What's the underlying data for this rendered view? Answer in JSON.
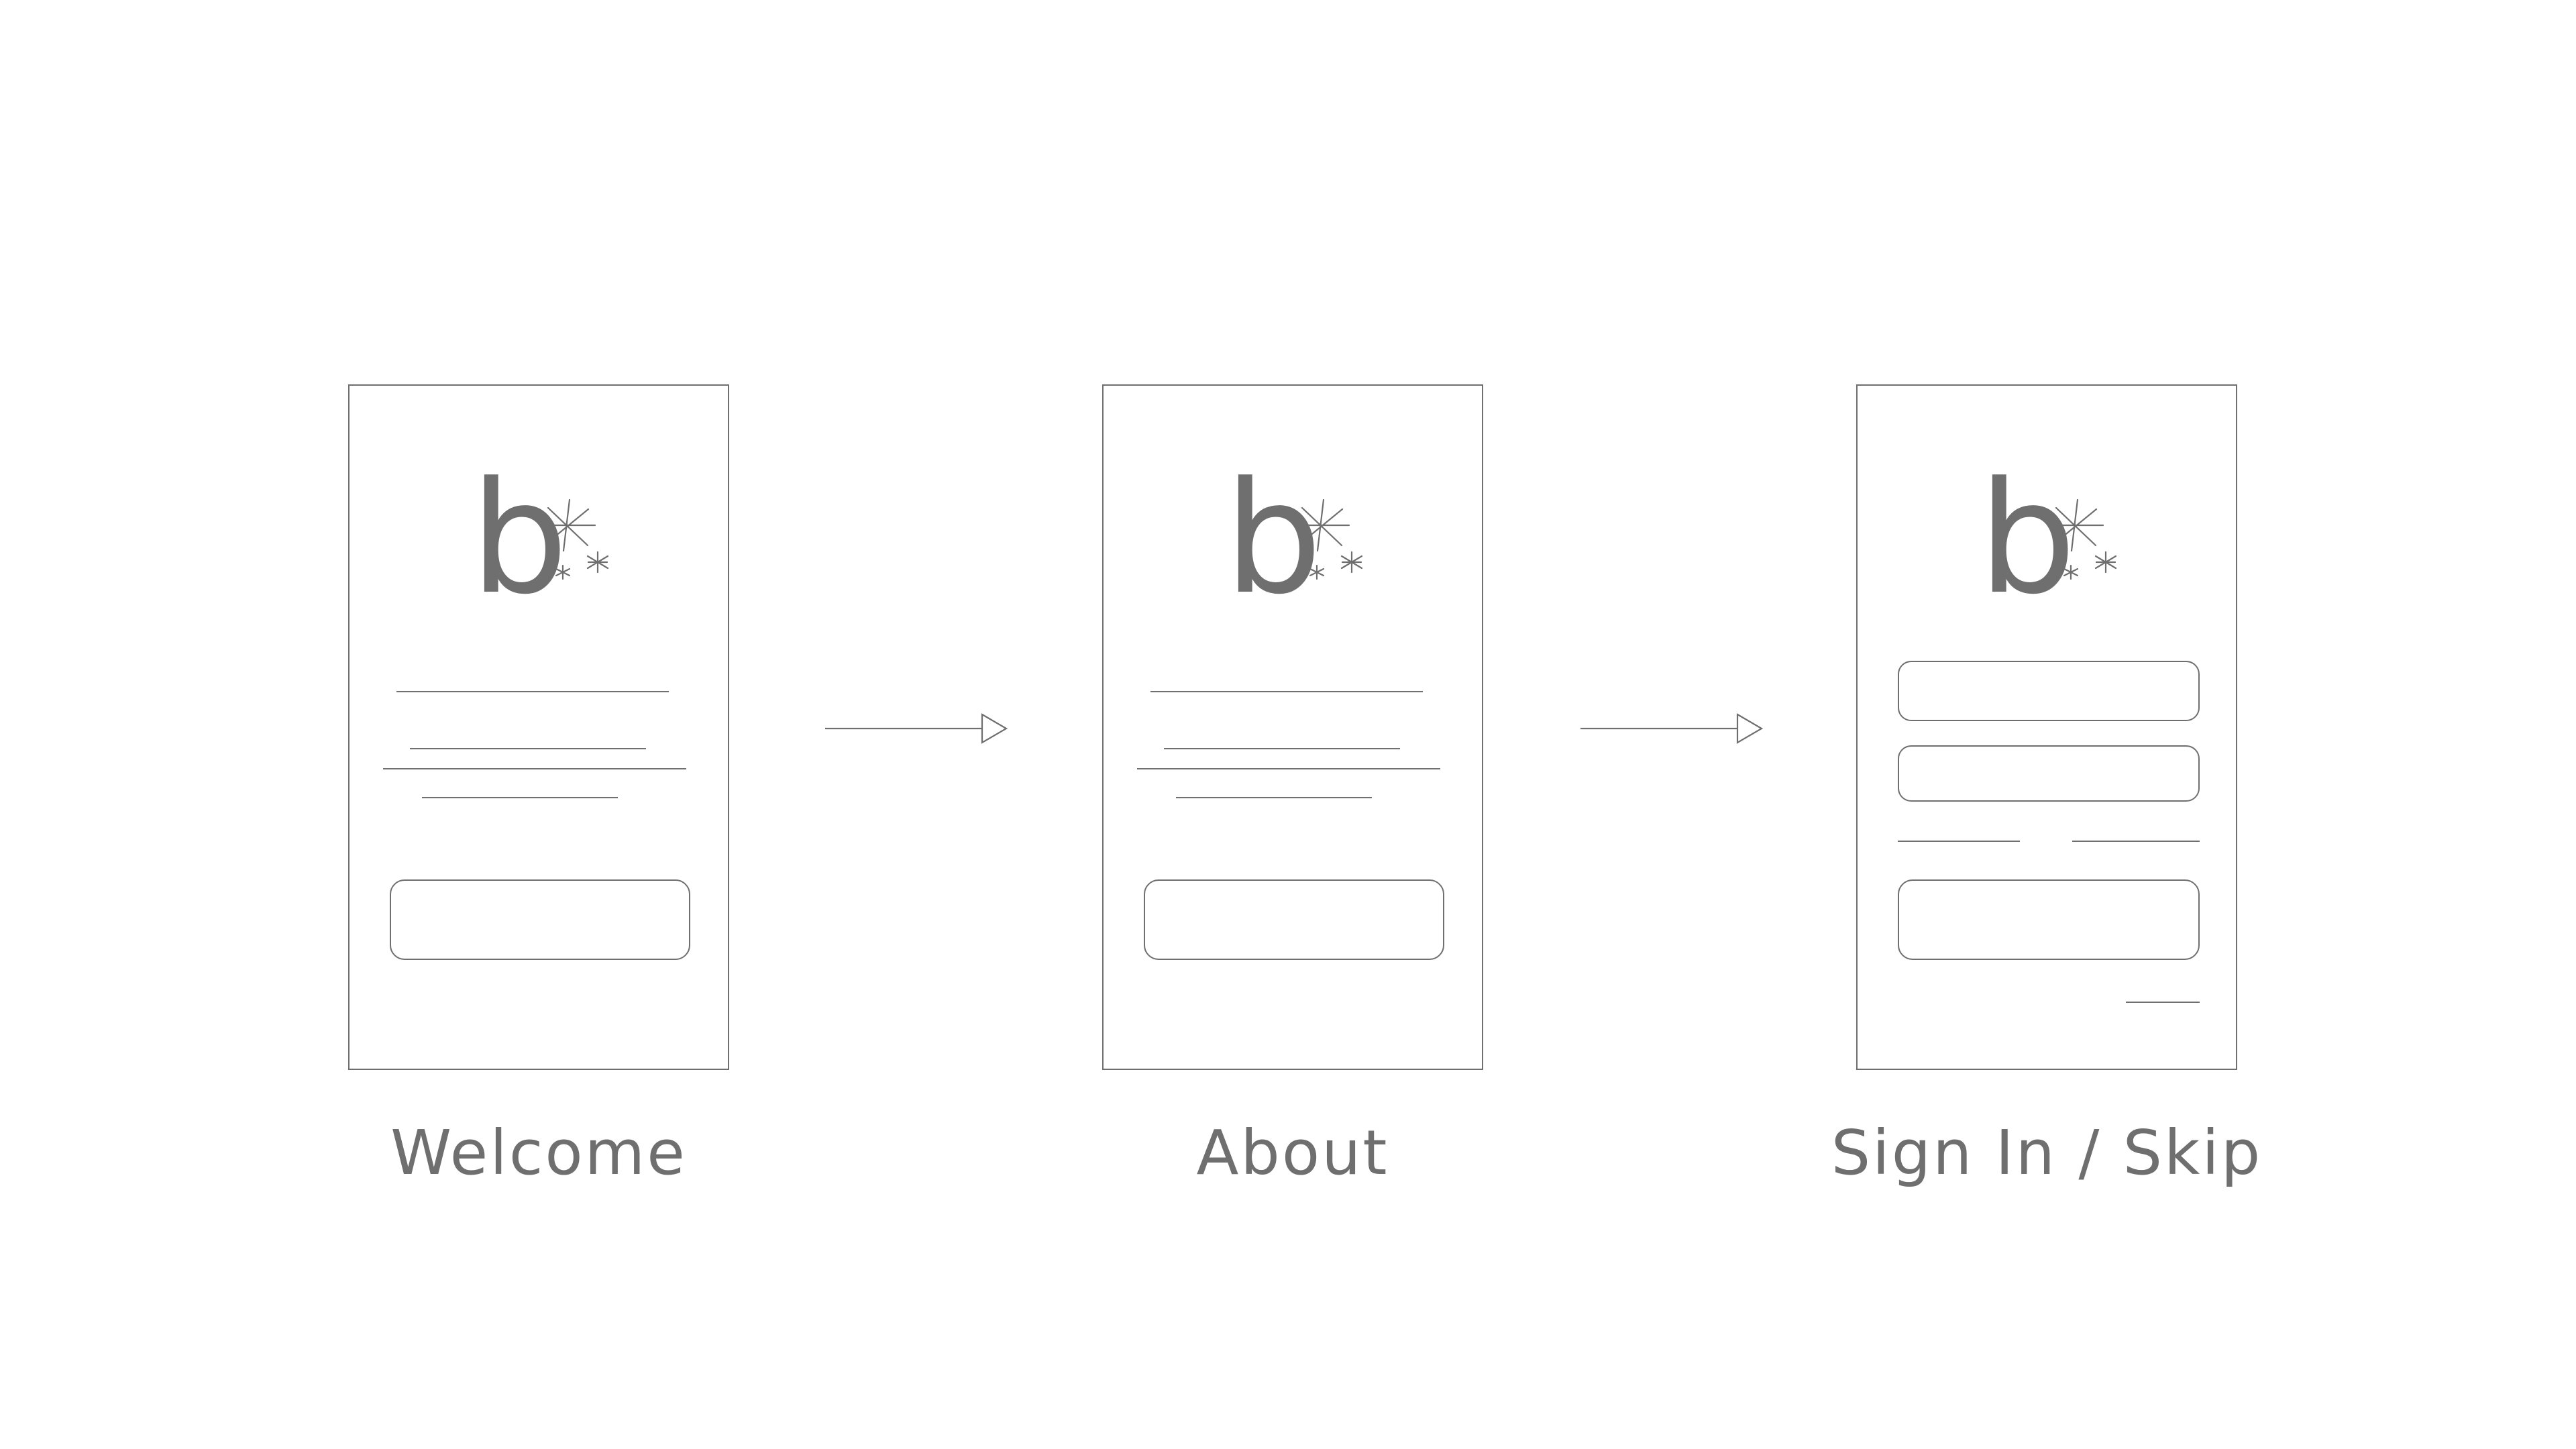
{
  "flow": {
    "screens": [
      {
        "caption": "Welcome",
        "logo_letter": "b"
      },
      {
        "caption": "About",
        "logo_letter": "b"
      },
      {
        "caption": "Sign In / Skip",
        "logo_letter": "b"
      }
    ]
  },
  "colors": {
    "stroke": "#6f6f6f",
    "background": "#ffffff"
  },
  "icons": {
    "logo": "sparkle-icon",
    "arrow": "arrow-right-icon"
  }
}
